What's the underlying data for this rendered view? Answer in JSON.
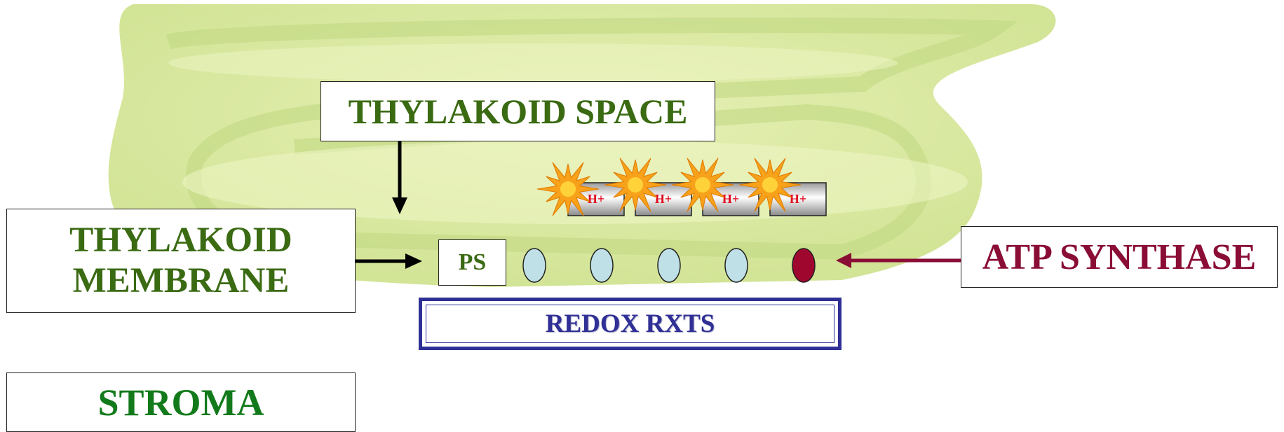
{
  "labels": {
    "thylakoid_space": "THYLAKOID SPACE",
    "thylakoid_membrane_line1": "THYLAKOID",
    "thylakoid_membrane_line2": "MEMBRANE",
    "stroma": "STROMA",
    "atp_synthase": "ATP SYNTHASE",
    "ps": "PS",
    "redox": "REDOX RXTS"
  },
  "protons": [
    "H+",
    "H+",
    "H+",
    "H+"
  ],
  "colors": {
    "green_label": "#3a6a12",
    "stroma_label": "#137a1c",
    "atp_label": "#8a0d35",
    "redox_blue": "#2f2f96",
    "carrier_fill": "#bfe0e6",
    "atp_synthase_fill": "#a0072f",
    "proton_text": "#e0001a",
    "burst_fill": "#f7a21a"
  },
  "icons": [
    "burst-icon",
    "electron-carrier-icon",
    "arrow-down-icon",
    "arrow-right-icon",
    "arrow-left-icon"
  ]
}
